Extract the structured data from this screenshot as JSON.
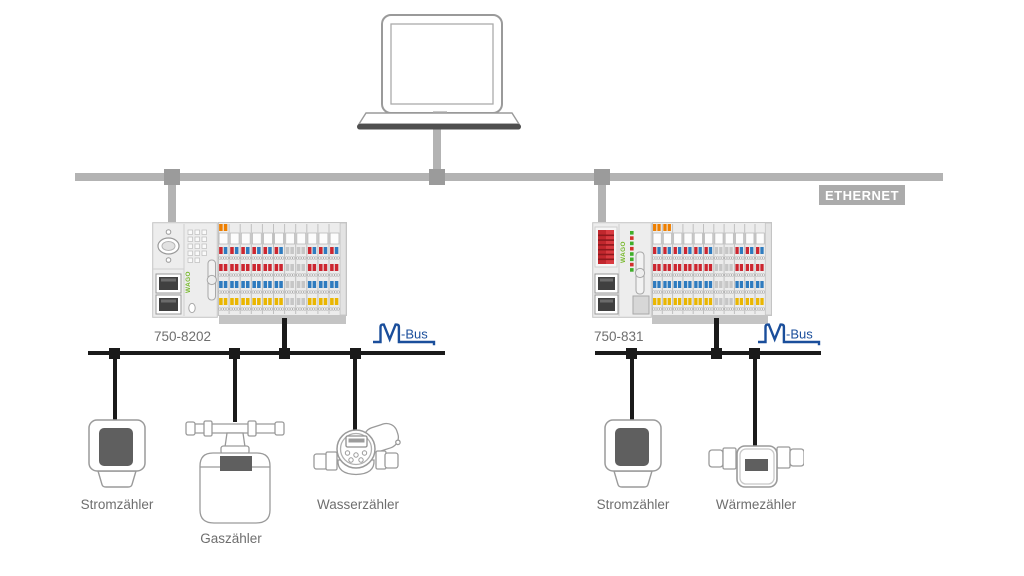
{
  "ethernet": {
    "label": "ETHERNET"
  },
  "left_station": {
    "model": "750-8202",
    "brand": "WAGO",
    "mbus_logo": {
      "text": "M-Bus",
      "suffix": "-Bus"
    },
    "meters": [
      {
        "key": "electricity",
        "label": "Stromzähler"
      },
      {
        "key": "gas",
        "label": "Gaszähler"
      },
      {
        "key": "water",
        "label": "Wasserzähler"
      }
    ]
  },
  "right_station": {
    "model": "750-831",
    "brand": "WAGO",
    "mbus_logo": {
      "text": "M-Bus",
      "suffix": "-Bus"
    },
    "meters": [
      {
        "key": "electricity",
        "label": "Stromzähler"
      },
      {
        "key": "heat",
        "label": "Wärmezähler"
      }
    ]
  },
  "colors": {
    "ethernet_line": "#b3b3b3",
    "ethernet_node": "#9b9b9b",
    "ethernet_label_bg": "#ababab",
    "ethernet_label_text": "#ffffff",
    "mbus_line": "#1a1a1a",
    "mbus_blue": "#1a4e9b",
    "label_text": "#6e6e6e",
    "outline_gray": "#9a9a9a",
    "dark_fill": "#5f5f5f",
    "wago_green": "#76b82a",
    "module_red": "#cc2630",
    "module_blue": "#2e7bbf",
    "module_yellow": "#eab600",
    "module_orange": "#ee7f00",
    "module_gray": "#c6c6c6",
    "led_red": "#d2302c",
    "dip_red": "#c1272d"
  },
  "io_modules": {
    "left": {
      "count": 11,
      "gray_modules": [
        6,
        7
      ],
      "orange_top_modules": [
        0
      ],
      "end_plate": true
    },
    "right": {
      "count": 11,
      "gray_modules": [
        6,
        7
      ],
      "orange_top_modules": [
        0,
        1
      ],
      "end_plate": true
    }
  }
}
